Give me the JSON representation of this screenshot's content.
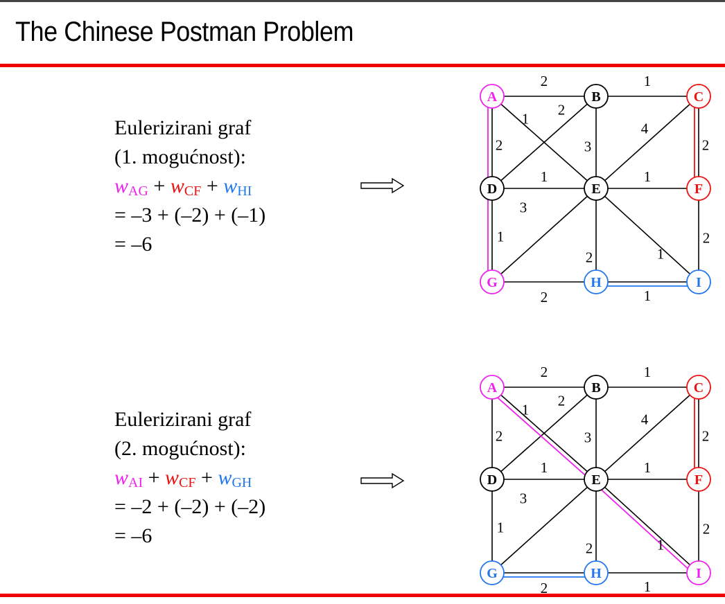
{
  "title": "The Chinese Postman Problem",
  "colors": {
    "magenta": "#ee22ee",
    "red": "#ee1111",
    "blue": "#2277ee",
    "black": "#000000",
    "rule": "#ee0000"
  },
  "icons": {
    "arrow": "right-arrow-icon"
  },
  "blocks": [
    {
      "heading": "Eulerizirani graf",
      "option": "(1. mogućnost):",
      "terms": [
        {
          "symbol": "w",
          "sub": "AG",
          "color": "#ee22ee"
        },
        {
          "symbol": "w",
          "sub": "CF",
          "color": "#ee1111"
        },
        {
          "symbol": "w",
          "sub": "HI",
          "color": "#2277ee"
        }
      ],
      "plus": "+",
      "expression": "= –3 + (–2) + (–1)",
      "result": "= –6"
    },
    {
      "heading": "Eulerizirani graf",
      "option": "(2. mogućnost):",
      "terms": [
        {
          "symbol": "w",
          "sub": "AI",
          "color": "#ee22ee"
        },
        {
          "symbol": "w",
          "sub": "CF",
          "color": "#ee1111"
        },
        {
          "symbol": "w",
          "sub": "GH",
          "color": "#2277ee"
        }
      ],
      "plus": "+",
      "expression": "= –2 + (–2) + (–2)",
      "result": "= –6"
    }
  ],
  "graphs": [
    {
      "nodes": [
        {
          "id": "A",
          "color": "#ee22ee"
        },
        {
          "id": "B",
          "color": "#000000"
        },
        {
          "id": "C",
          "color": "#ee1111"
        },
        {
          "id": "D",
          "color": "#000000"
        },
        {
          "id": "E",
          "color": "#000000"
        },
        {
          "id": "F",
          "color": "#ee1111"
        },
        {
          "id": "G",
          "color": "#ee22ee"
        },
        {
          "id": "H",
          "color": "#2277ee"
        },
        {
          "id": "I",
          "color": "#2277ee"
        }
      ],
      "edges": [
        {
          "from": "A",
          "to": "B",
          "w": "2"
        },
        {
          "from": "B",
          "to": "C",
          "w": "1"
        },
        {
          "from": "A",
          "to": "D",
          "w": "2"
        },
        {
          "from": "A",
          "to": "E",
          "w": "1"
        },
        {
          "from": "B",
          "to": "D",
          "w": "2"
        },
        {
          "from": "B",
          "to": "E",
          "w": "3"
        },
        {
          "from": "C",
          "to": "E",
          "w": "4"
        },
        {
          "from": "C",
          "to": "F",
          "w": "2"
        },
        {
          "from": "D",
          "to": "E",
          "w": "1"
        },
        {
          "from": "E",
          "to": "F",
          "w": "1"
        },
        {
          "from": "D",
          "to": "G",
          "w": "1"
        },
        {
          "from": "E",
          "to": "G",
          "w": "3"
        },
        {
          "from": "E",
          "to": "H",
          "w": "2"
        },
        {
          "from": "E",
          "to": "I",
          "w": "1"
        },
        {
          "from": "F",
          "to": "I",
          "w": "2"
        },
        {
          "from": "G",
          "to": "H",
          "w": "2"
        },
        {
          "from": "H",
          "to": "I",
          "w": "1"
        }
      ],
      "duplicates": [
        {
          "path": [
            "A",
            "D",
            "G"
          ],
          "color": "#ee22ee"
        },
        {
          "path": [
            "C",
            "F"
          ],
          "color": "#ee1111"
        },
        {
          "path": [
            "H",
            "I"
          ],
          "color": "#2277ee"
        }
      ]
    },
    {
      "nodes": [
        {
          "id": "A",
          "color": "#ee22ee"
        },
        {
          "id": "B",
          "color": "#000000"
        },
        {
          "id": "C",
          "color": "#ee1111"
        },
        {
          "id": "D",
          "color": "#000000"
        },
        {
          "id": "E",
          "color": "#000000"
        },
        {
          "id": "F",
          "color": "#ee1111"
        },
        {
          "id": "G",
          "color": "#2277ee"
        },
        {
          "id": "H",
          "color": "#2277ee"
        },
        {
          "id": "I",
          "color": "#ee22ee"
        }
      ],
      "edges": [
        {
          "from": "A",
          "to": "B",
          "w": "2"
        },
        {
          "from": "B",
          "to": "C",
          "w": "1"
        },
        {
          "from": "A",
          "to": "D",
          "w": "2"
        },
        {
          "from": "A",
          "to": "E",
          "w": "1"
        },
        {
          "from": "B",
          "to": "D",
          "w": "2"
        },
        {
          "from": "B",
          "to": "E",
          "w": "3"
        },
        {
          "from": "C",
          "to": "E",
          "w": "4"
        },
        {
          "from": "C",
          "to": "F",
          "w": "2"
        },
        {
          "from": "D",
          "to": "E",
          "w": "1"
        },
        {
          "from": "E",
          "to": "F",
          "w": "1"
        },
        {
          "from": "D",
          "to": "G",
          "w": "1"
        },
        {
          "from": "E",
          "to": "G",
          "w": "3"
        },
        {
          "from": "E",
          "to": "H",
          "w": "2"
        },
        {
          "from": "E",
          "to": "I",
          "w": "1"
        },
        {
          "from": "F",
          "to": "I",
          "w": "2"
        },
        {
          "from": "G",
          "to": "H",
          "w": "2"
        },
        {
          "from": "H",
          "to": "I",
          "w": "1"
        }
      ],
      "duplicates": [
        {
          "path": [
            "A",
            "E",
            "I"
          ],
          "color": "#ee22ee"
        },
        {
          "path": [
            "C",
            "F"
          ],
          "color": "#ee1111"
        },
        {
          "path": [
            "G",
            "H"
          ],
          "color": "#2277ee"
        }
      ]
    }
  ]
}
